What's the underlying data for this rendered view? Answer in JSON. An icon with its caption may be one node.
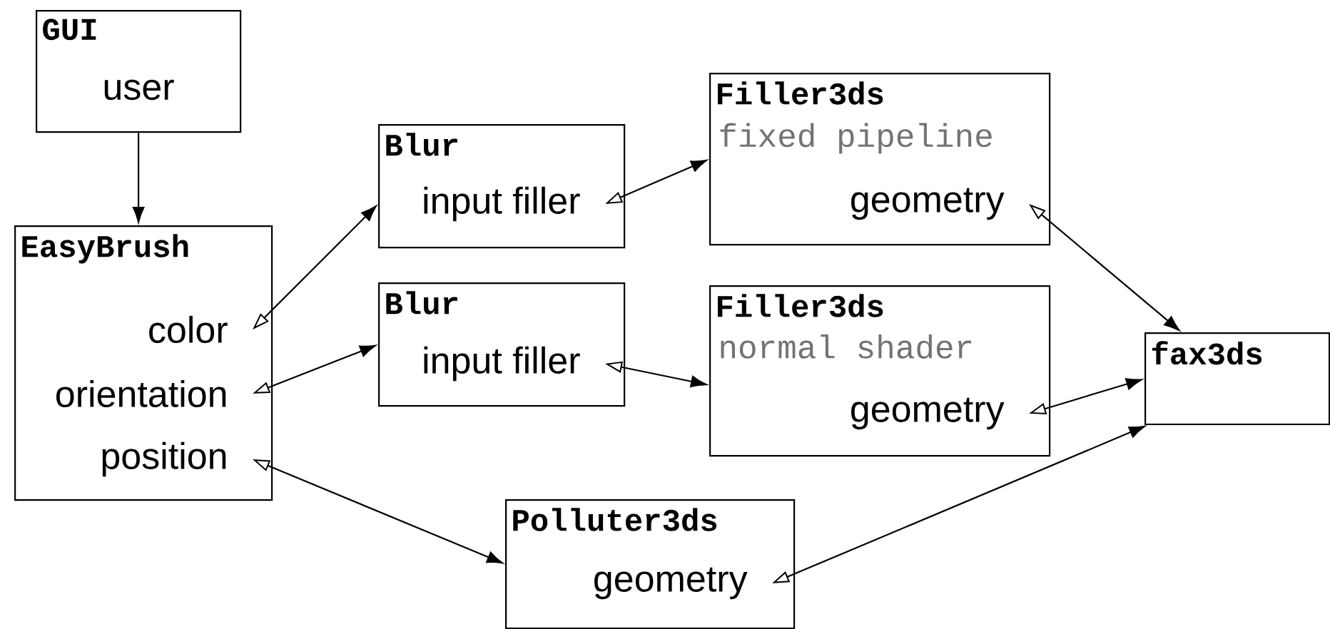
{
  "diagram": {
    "nodes": [
      {
        "text": [
          "GUI",
          "user"
        ]
      },
      {
        "text": [
          "EasyBrush"
        ]
      },
      {
        "text": [
          "color"
        ],
        "in": 1
      },
      {
        "text": [
          "orientation"
        ],
        "in": 1
      },
      {
        "text": [
          "position"
        ],
        "in": 1
      },
      {
        "text": [
          "Blur"
        ]
      },
      {
        "text": [
          "input filler"
        ],
        "in": 5
      },
      {
        "text": [
          "Blur"
        ]
      },
      {
        "text": [
          "input filler"
        ],
        "in": 7
      },
      {
        "text": [
          "Filler3ds",
          "fixed pipeline"
        ]
      },
      {
        "text": [
          "geometry"
        ],
        "in": 9
      },
      {
        "text": [
          "Filler3ds",
          "normal shader"
        ]
      },
      {
        "text": [
          "geometry"
        ],
        "in": 11
      },
      {
        "text": [
          "fax3ds"
        ]
      },
      {
        "text": [
          "Polluter3ds"
        ]
      },
      {
        "text": [
          "geometry"
        ],
        "in": 14
      }
    ],
    "edges": [
      {
        "from": 0,
        "to": 1,
        "arrow": "to"
      },
      {
        "from": 2,
        "to": 5,
        "arrow": "both"
      },
      {
        "from": 3,
        "to": 7,
        "arrow": "both"
      },
      {
        "from": 4,
        "to": 14,
        "arrow": "both"
      },
      {
        "from": 6,
        "to": 9,
        "arrow": "both"
      },
      {
        "from": 8,
        "to": 11,
        "arrow": "both"
      },
      {
        "from": 10,
        "to": 13,
        "arrow": "both"
      },
      {
        "from": 12,
        "to": 13,
        "arrow": "both"
      },
      {
        "from": 15,
        "to": 13,
        "arrow": "both"
      }
    ]
  }
}
